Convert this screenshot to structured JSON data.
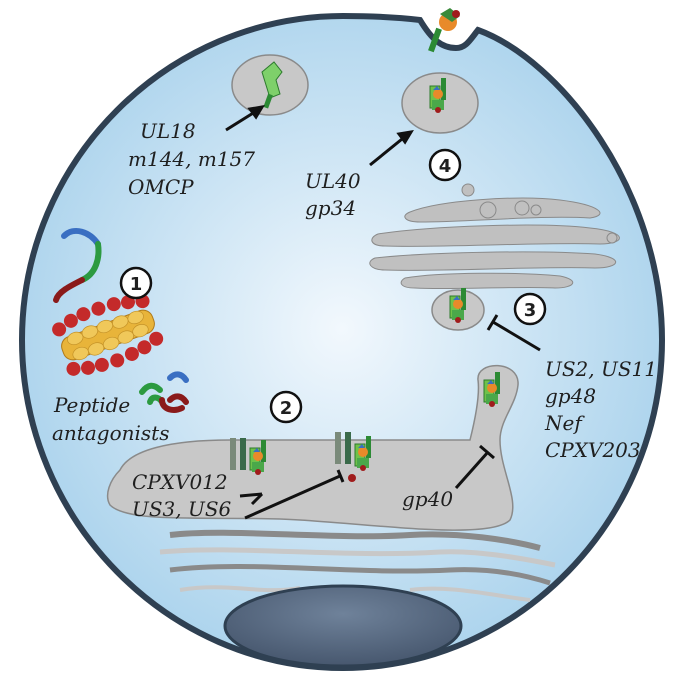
{
  "diagram": {
    "steps": [
      "1",
      "2",
      "3",
      "4"
    ],
    "labels": {
      "ul18": "UL18",
      "m144": "m144, m157",
      "omcp": "OMCP",
      "ul40": "UL40",
      "gp34": "gp34",
      "peptide": "Peptide",
      "antagonists": "antagonists",
      "cpxv012": "CPXV012",
      "us3us6": "US3, US6",
      "gp40": "gp40",
      "us2us11": "US2, US11",
      "gp48": "gp48",
      "nef": "Nef",
      "cpxv203": "CPXV203"
    },
    "colors": {
      "cell_fill": "#bcdcef",
      "cell_border": "#2f4052",
      "organelle": "#c8c8c8",
      "organelle_stroke": "#8a8a8a",
      "nucleus": "#596c84",
      "mhc_green": "#3d9a3d",
      "peptide_orange": "#e88a2a",
      "tap_red": "#c42a2a",
      "tap_yellow": "#e8b43a"
    }
  }
}
